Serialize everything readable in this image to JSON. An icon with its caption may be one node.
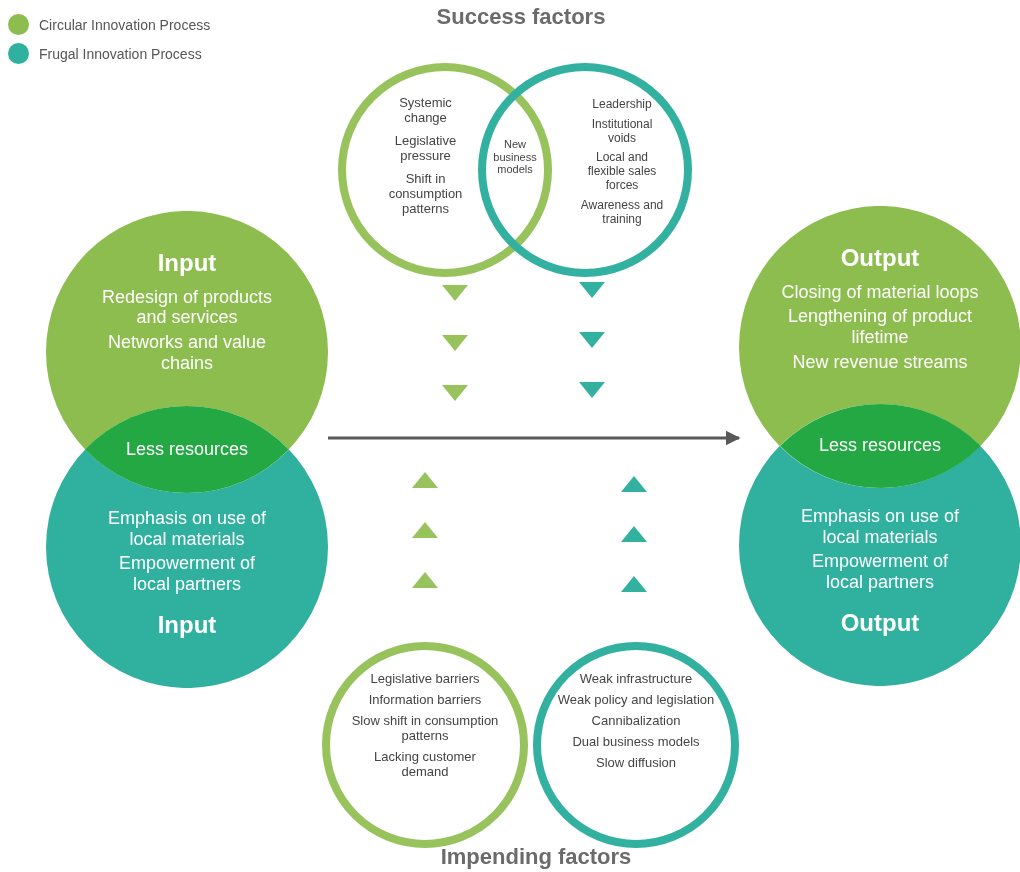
{
  "diagram": {
    "nodes": [
      {
        "text": [
          "Input",
          "Redesign of products and services",
          "Networks and value chains"
        ]
      },
      {
        "text": [
          "Emphasis on use of local materials",
          "Empowerment of local partners",
          "Input"
        ]
      },
      {
        "text": [
          "Less resources"
        ]
      },
      {
        "text": [
          "Output",
          "Closing of material loops",
          "Lengthening of product lifetime",
          "New revenue streams"
        ]
      },
      {
        "text": [
          "Emphasis on use of local materials",
          "Empowerment of local partners",
          "Output"
        ]
      },
      {
        "text": [
          "Less resources"
        ]
      },
      {
        "text": [
          "Systemic change",
          "Legislative pressure",
          "Shift in consumption patterns"
        ]
      },
      {
        "text": [
          "Leadership",
          "Institutional voids",
          "Local and flexible sales forces",
          "Awareness and training"
        ]
      },
      {
        "text": [
          "New business models"
        ]
      },
      {
        "text": [
          "Legislative barriers",
          "Information barriers",
          "Slow shift in consumption patterns",
          "Lacking customer demand"
        ]
      },
      {
        "text": [
          "Weak infrastructure",
          "Weak policy and legislation",
          "Cannibalization",
          "Dual business models",
          "Slow diffusion"
        ]
      }
    ],
    "edges": [
      {
        "from": 0,
        "to": 3,
        "arrow": "to"
      }
    ],
    "labels": [
      "Success factors",
      "Impending factors"
    ],
    "legend": [
      {
        "text": "Circular Innovation Process",
        "color": "#8dbd4e"
      },
      {
        "text": "Frugal Innovation Process",
        "color": "#30b09f"
      }
    ]
  }
}
